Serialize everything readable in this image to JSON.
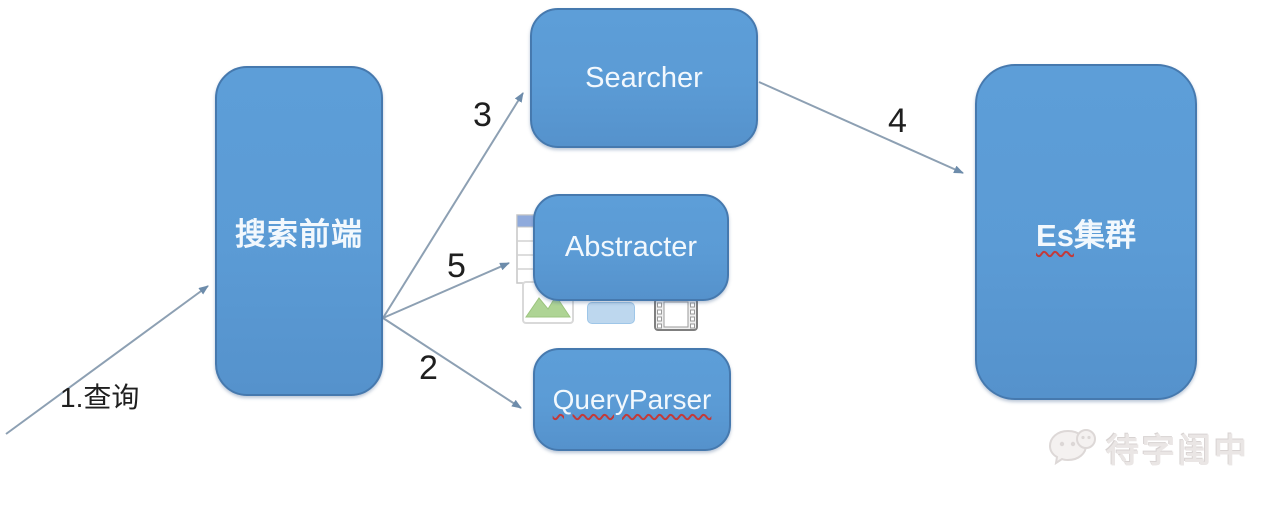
{
  "diagram": {
    "nodes": {
      "frontend": {
        "label": "搜索前端"
      },
      "searcher": {
        "label": "Searcher"
      },
      "abstracter": {
        "label": "Abstracter"
      },
      "queryparser": {
        "label": "QueryParser"
      },
      "escluster": {
        "label_prefix": "Es",
        "label_suffix": "集群"
      }
    },
    "edge_labels": {
      "step1": "1.查询",
      "step2": "2",
      "step3": "3",
      "step4": "4",
      "step5": "5"
    },
    "colors": {
      "node_fill": "#5b9bd5",
      "node_border": "#4679ae",
      "arrow_line": "#8da0b3",
      "arrow_head": "#6d8cab",
      "label_text": "#1f1f1f",
      "spellcheck_underline": "#c23a3a",
      "content_placeholder_fill": "#bdd7ee",
      "picture_hill_green": "#aed494"
    },
    "icons": {
      "table": "table-placeholder-icon",
      "picture": "picture-placeholder-icon",
      "content": "content-placeholder-icon",
      "media": "film-placeholder-icon"
    }
  },
  "watermark": {
    "text": "待字闺中",
    "icon": "wechat-icon"
  }
}
